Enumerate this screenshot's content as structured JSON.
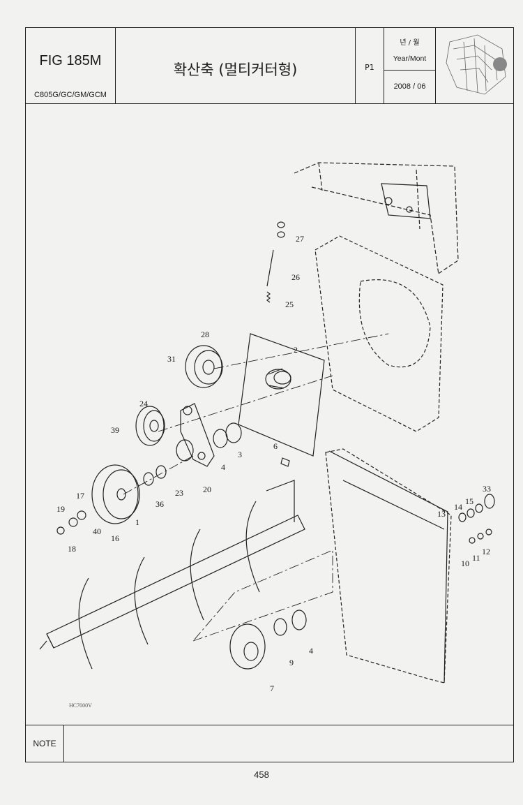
{
  "header": {
    "fig_number": "FIG 185M",
    "models": "C805G/GC/GM/GCM",
    "title": "확산축 (멀티커터형)",
    "page_code": "P1",
    "year_month_ko": "년 / 월",
    "year_month_en": "Year/Mont",
    "date": "2008 / 06"
  },
  "diagram": {
    "drawing_code": "HC7000V",
    "part_labels": [
      "1",
      "2",
      "3",
      "4",
      "4",
      "6",
      "7",
      "9",
      "10",
      "11",
      "12",
      "13",
      "14",
      "15",
      "16",
      "17",
      "18",
      "19",
      "20",
      "23",
      "24",
      "25",
      "26",
      "27",
      "28",
      "31",
      "33",
      "36",
      "39",
      "40"
    ]
  },
  "footer": {
    "note_label": "NOTE"
  },
  "page_number": "458"
}
